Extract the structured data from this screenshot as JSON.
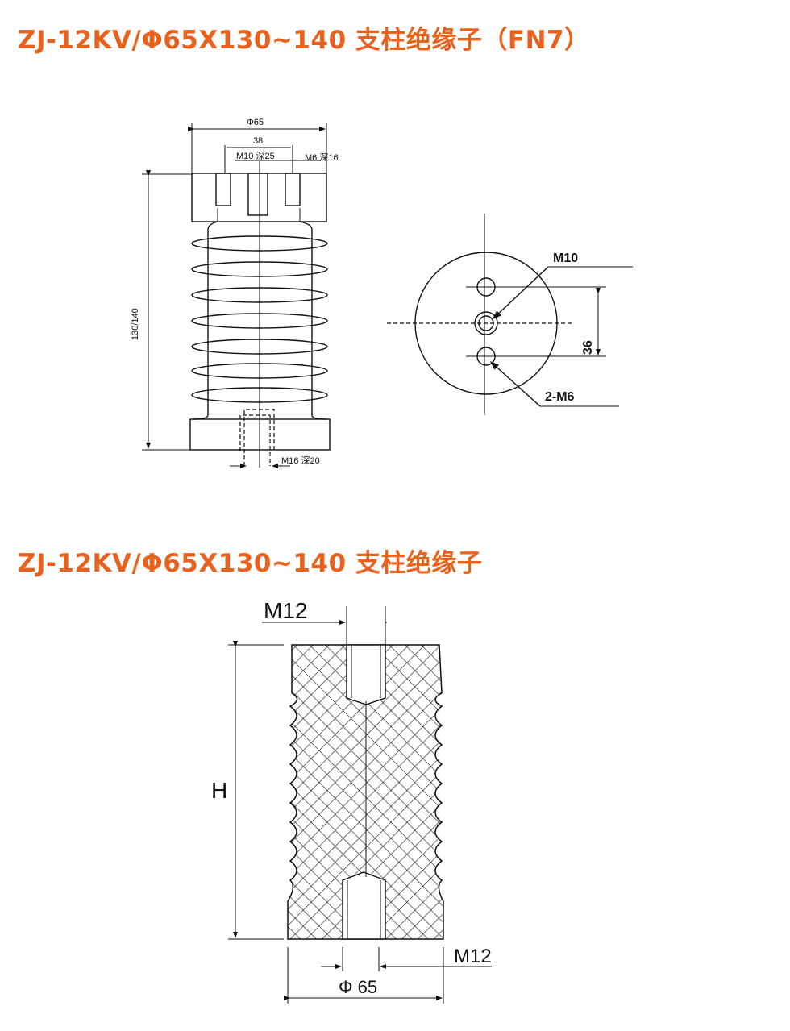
{
  "section1": {
    "title": "ZJ-12KV/Φ65X130~140 支柱绝缘子（FN7）",
    "front_view": {
      "dia_label": "Φ65",
      "spacing_label": "38",
      "top_center_thread": "M10 深25",
      "top_side_thread": "M6 深16",
      "height_label": "130/140",
      "bottom_thread": "M16 深20"
    },
    "top_view": {
      "center_label": "M10",
      "side_label": "2-M6",
      "spacing_label": "36"
    }
  },
  "section2": {
    "title": "ZJ-12KV/Φ65X130~140 支柱绝缘子",
    "drawing": {
      "top_thread": "M12",
      "height_label": "H",
      "bottom_thread": "M12",
      "dia_label": "Φ 65"
    }
  },
  "colors": {
    "title": "#e8621e"
  }
}
